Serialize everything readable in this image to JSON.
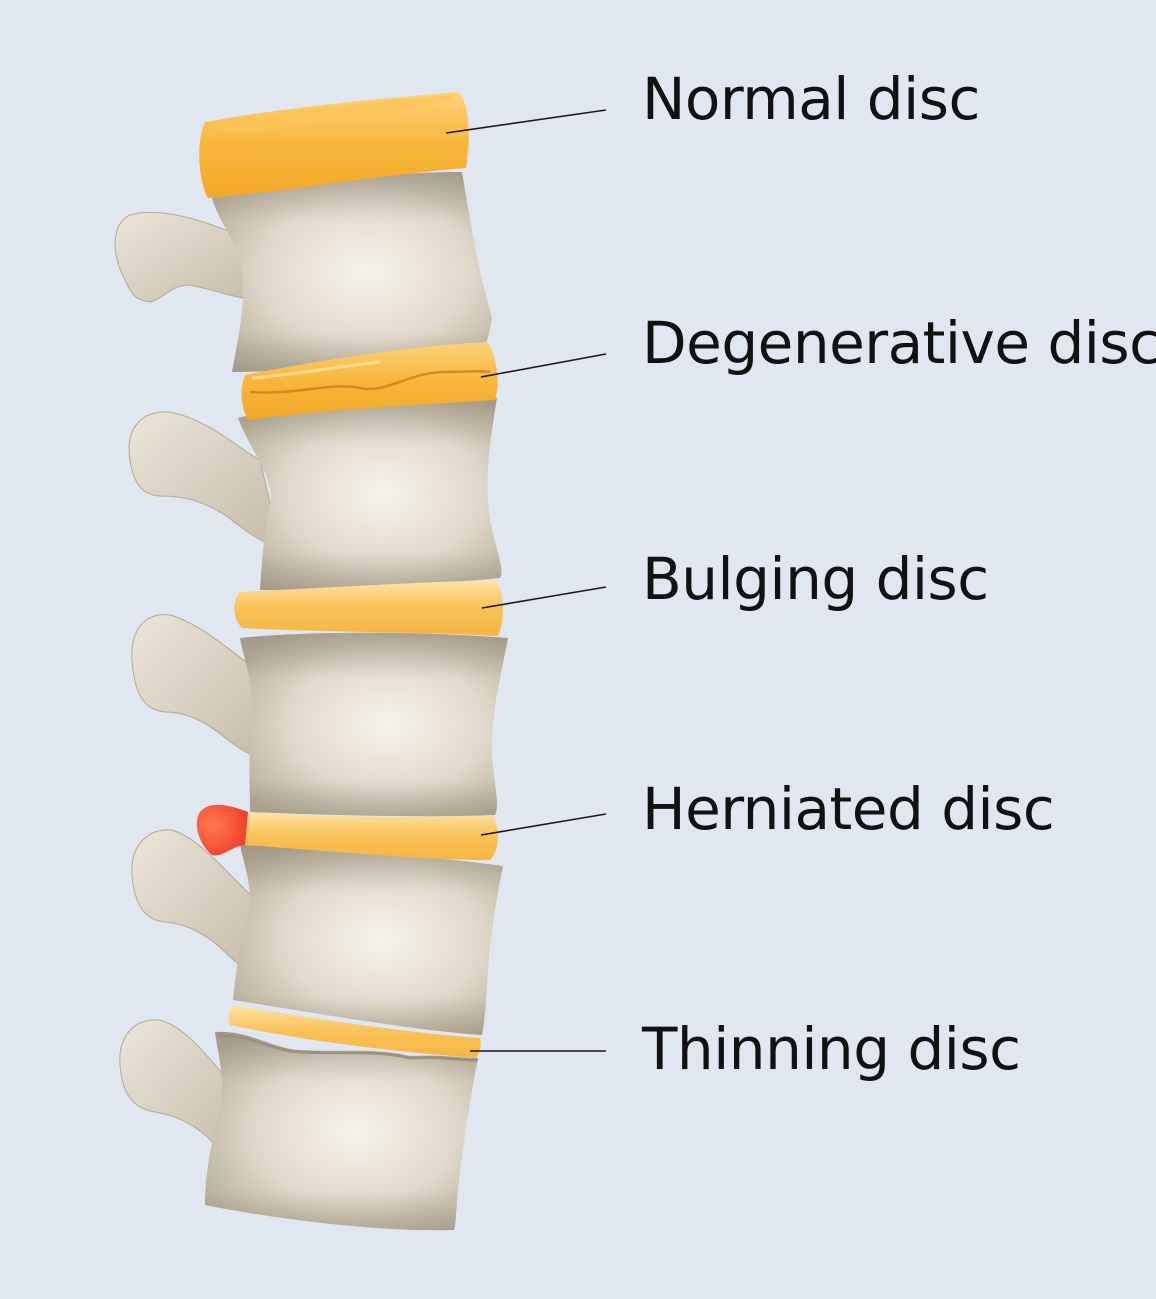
{
  "labels": {
    "normal": "Normal disc",
    "degenerative": "Degenerative disc",
    "bulging": "Bulging disc",
    "herniated": "Herniated disc",
    "thinning": "Thinning disc"
  },
  "colors": {
    "background": "#e0e7f1",
    "disc": "#f7b73c",
    "disc_light": "#fcd98a",
    "bone": "#ddd5c4",
    "bone_light": "#f4efe6",
    "bone_shadow": "#b4aa96",
    "herniation": "#f2563a",
    "leader_line": "#1a1a1a"
  }
}
